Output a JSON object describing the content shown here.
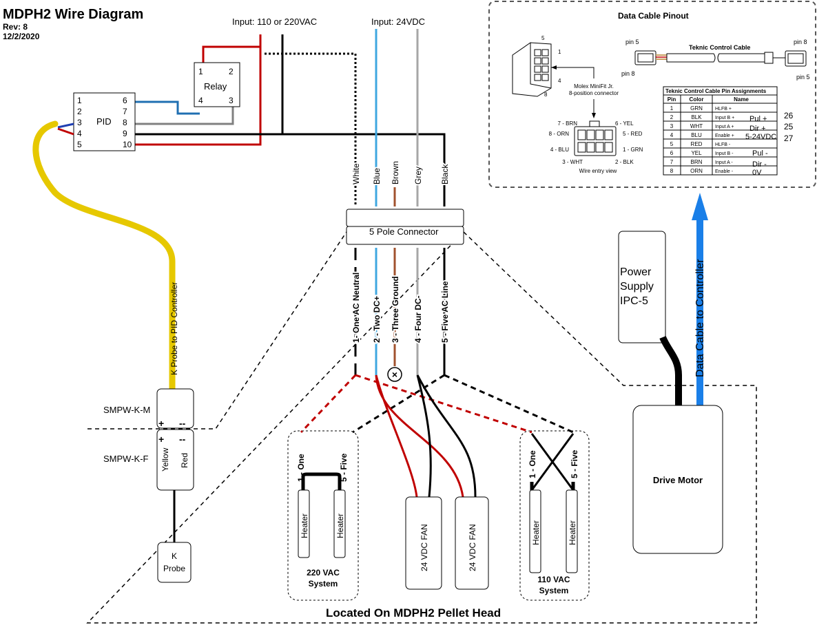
{
  "header": {
    "title": "MDPH2 Wire Diagram",
    "rev": "Rev: 8",
    "date": "12/2/2020"
  },
  "inputs": {
    "ac": "Input: 110 or 220VAC",
    "dc": "Input: 24VDC"
  },
  "pid": {
    "label": "PID",
    "left_pins": [
      "1",
      "2",
      "3",
      "4",
      "5"
    ],
    "right_pins": [
      "6",
      "7",
      "8",
      "9",
      "10"
    ]
  },
  "relay": {
    "label": "Relay",
    "pins": [
      "1",
      "2",
      "4",
      "3"
    ]
  },
  "wire_colors": [
    "White",
    "Blue",
    "Brown",
    "Grey",
    "Black"
  ],
  "connector": {
    "label": "5 Pole Connector"
  },
  "pole_labels": [
    "1- One AC Neutral",
    "2 - Two DC+",
    "3 - Three Ground",
    "4 - Four DC-",
    "5 - Five AC Line"
  ],
  "k_probe": {
    "cable_label": "K Probe to PID Controller",
    "male": "SMPW-K-M",
    "female": "SMPW-K-F",
    "plus": "+",
    "minus": "--",
    "pin_yellow": "Yellow",
    "pin_red": "Red",
    "probe": [
      "K",
      "Probe"
    ]
  },
  "heaters": {
    "label": "Heater",
    "lead_one": "1 - One",
    "lead_five": "5 - Five",
    "system_220": [
      "220 VAC",
      "System"
    ],
    "system_110": [
      "110 VAC",
      "System"
    ]
  },
  "fans": [
    "24 VDC FAN",
    "24 VDC FAN"
  ],
  "power_supply": [
    "Power",
    "Supply",
    "IPC-5"
  ],
  "data_cable_label": "Data Cable to Controller",
  "drive_motor": "Drive Motor",
  "pellet_head_label": "Located On MDPH2 Pellet Head",
  "pinout": {
    "title": "Data Cable Pinout",
    "molex_label": [
      "Molex MiniFit Jr.",
      "8-position connector"
    ],
    "molex_pin_nums": [
      "5",
      "1",
      "4",
      "8"
    ],
    "cable_label": "Teknic Control Cable",
    "cable_pins": [
      "pin 5",
      "pin 8",
      "pin 8",
      "pin 5"
    ],
    "wire_entry": {
      "left": [
        "7 - BRN",
        "8 - ORN",
        "4 - BLU",
        "3 - WHT"
      ],
      "right": [
        "6 - YEL",
        "5 - RED",
        "1 - GRN",
        "2 - BLK"
      ],
      "caption": "Wire entry view"
    },
    "table": {
      "title": "Teknic Control Cable Pin Assignments",
      "headers": [
        "Pin",
        "Color",
        "Name"
      ],
      "rows": [
        [
          "1",
          "GRN",
          "HLFB +"
        ],
        [
          "2",
          "BLK",
          "Input B +"
        ],
        [
          "3",
          "WHT",
          "Input A +"
        ],
        [
          "4",
          "BLU",
          "Enable +"
        ],
        [
          "5",
          "RED",
          "HLFB -"
        ],
        [
          "6",
          "YEL",
          "Input B -"
        ],
        [
          "7",
          "BRN",
          "Input A -"
        ],
        [
          "8",
          "ORN",
          "Enable -"
        ]
      ]
    },
    "handwritten": [
      "Pul +",
      "Dir +",
      "5-24VDC",
      "Pul -",
      "Dir -",
      "0V"
    ],
    "side_numbers": [
      "26",
      "25",
      "27"
    ]
  },
  "colors": {
    "yellow": "#e6c800",
    "blue": "#3fa7e0",
    "red": "#c00000",
    "brown": "#a0522d",
    "grey": "#a6a6a6",
    "data_arrow": "#1a7fe8"
  }
}
